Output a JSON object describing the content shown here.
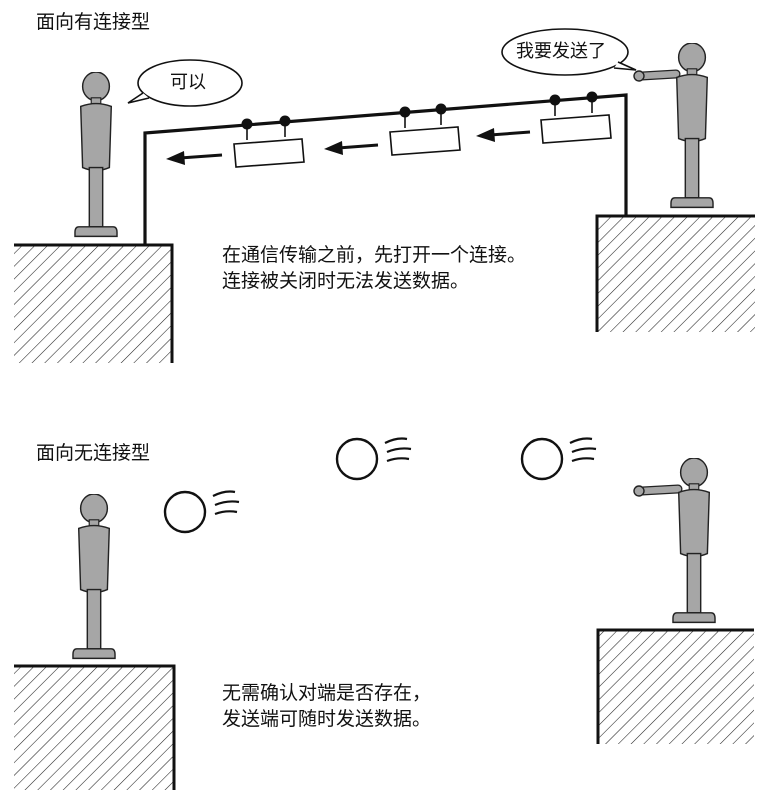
{
  "connection_oriented": {
    "title": "面向有连接型",
    "receiver_bubble": "可以",
    "sender_bubble": "我要发送了",
    "caption_line1": "在通信传输之前，先打开一个连接。",
    "caption_line2": "连接被关闭时无法发送数据。"
  },
  "connectionless": {
    "title": "面向无连接型",
    "caption_line1": "无需确认对端是否存在，",
    "caption_line2": "发送端可随时发送数据。"
  },
  "colors": {
    "figure_fill": "#a6a6a6",
    "ink": "#111111",
    "background": "#ffffff"
  }
}
